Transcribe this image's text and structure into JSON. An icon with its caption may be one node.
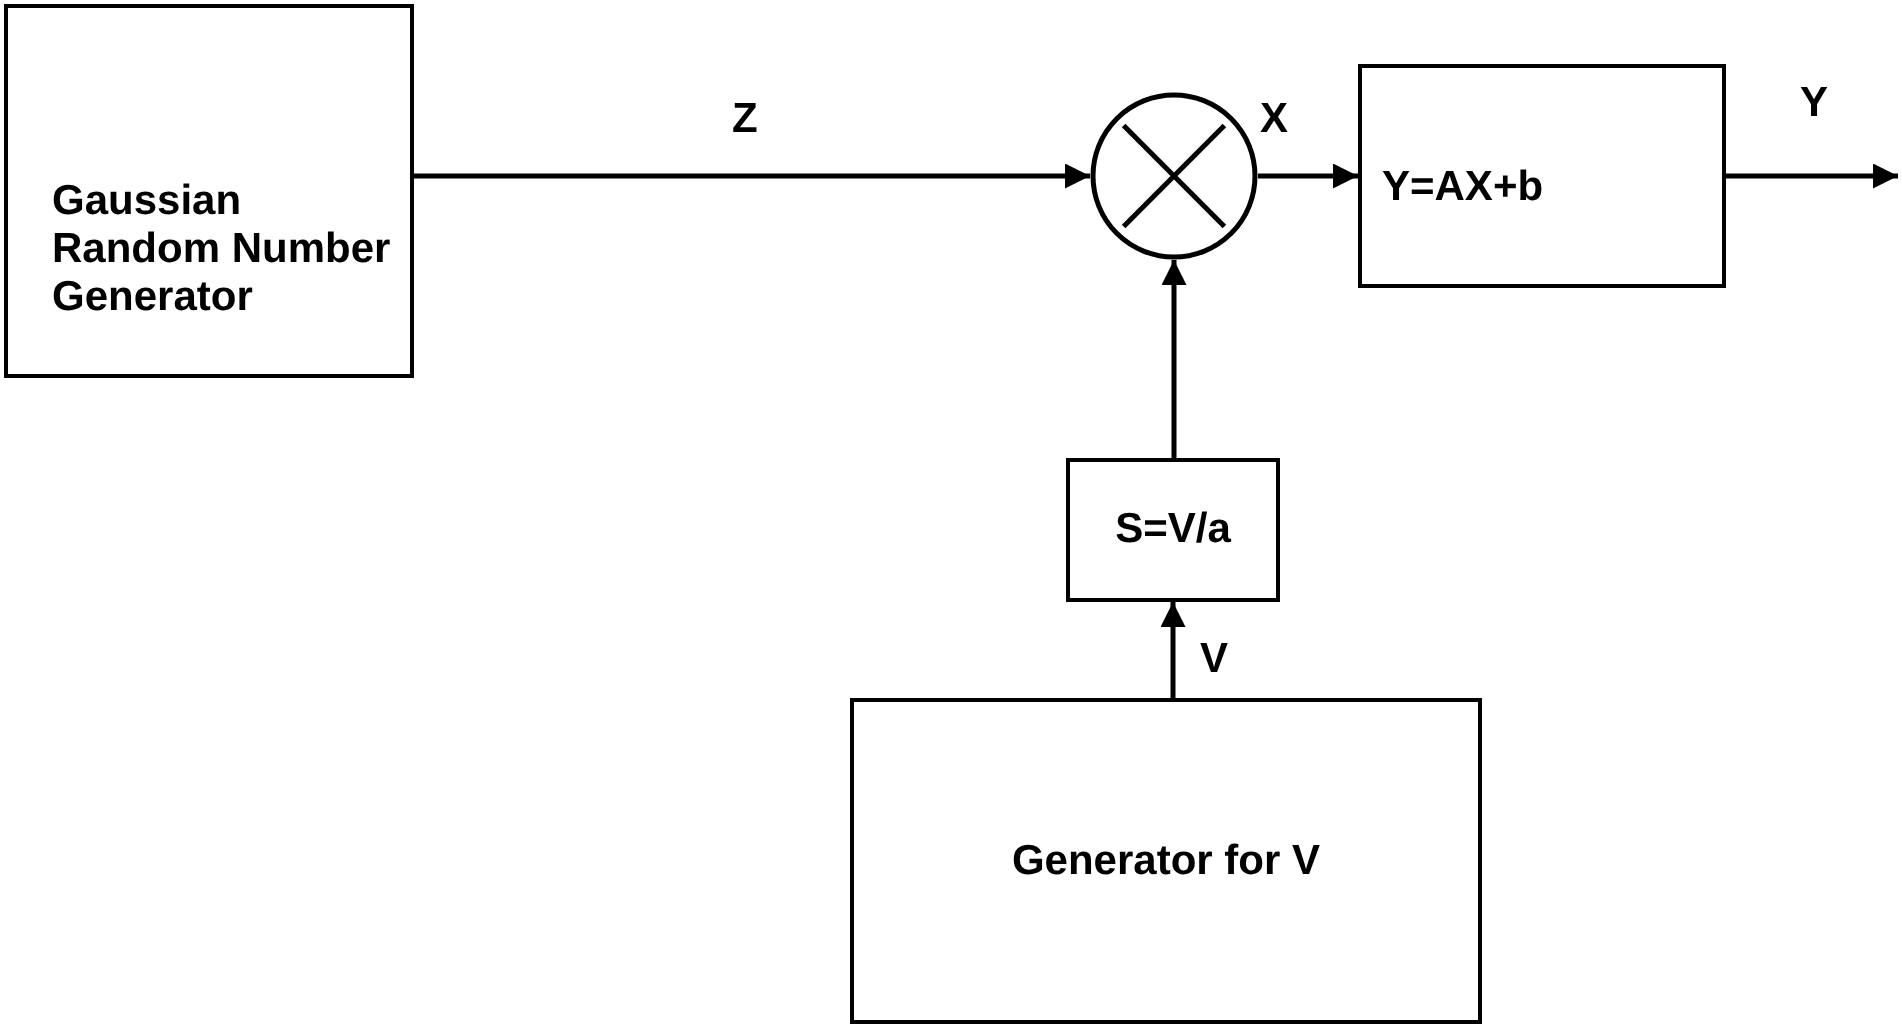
{
  "diagram": {
    "nodes": [
      {
        "text": [
          "Gaussian Random Number Generator"
        ]
      },
      {
        "text": [],
        "shape": "circle"
      },
      {
        "text": [
          "Y=AX+b"
        ]
      },
      {
        "text": [
          "S=V/a"
        ]
      },
      {
        "text": [
          "Generator for V"
        ]
      }
    ],
    "edges": [
      {
        "from": 0,
        "to": 1,
        "arrow": "to",
        "label": "Z"
      },
      {
        "from": 1,
        "to": 2,
        "arrow": "to",
        "label": "X"
      },
      {
        "from": 2,
        "to": null,
        "arrow": "to",
        "label": "Y"
      },
      {
        "from": 3,
        "to": 1,
        "arrow": "to"
      },
      {
        "from": 4,
        "to": 3,
        "arrow": "to",
        "label": "V"
      }
    ]
  }
}
